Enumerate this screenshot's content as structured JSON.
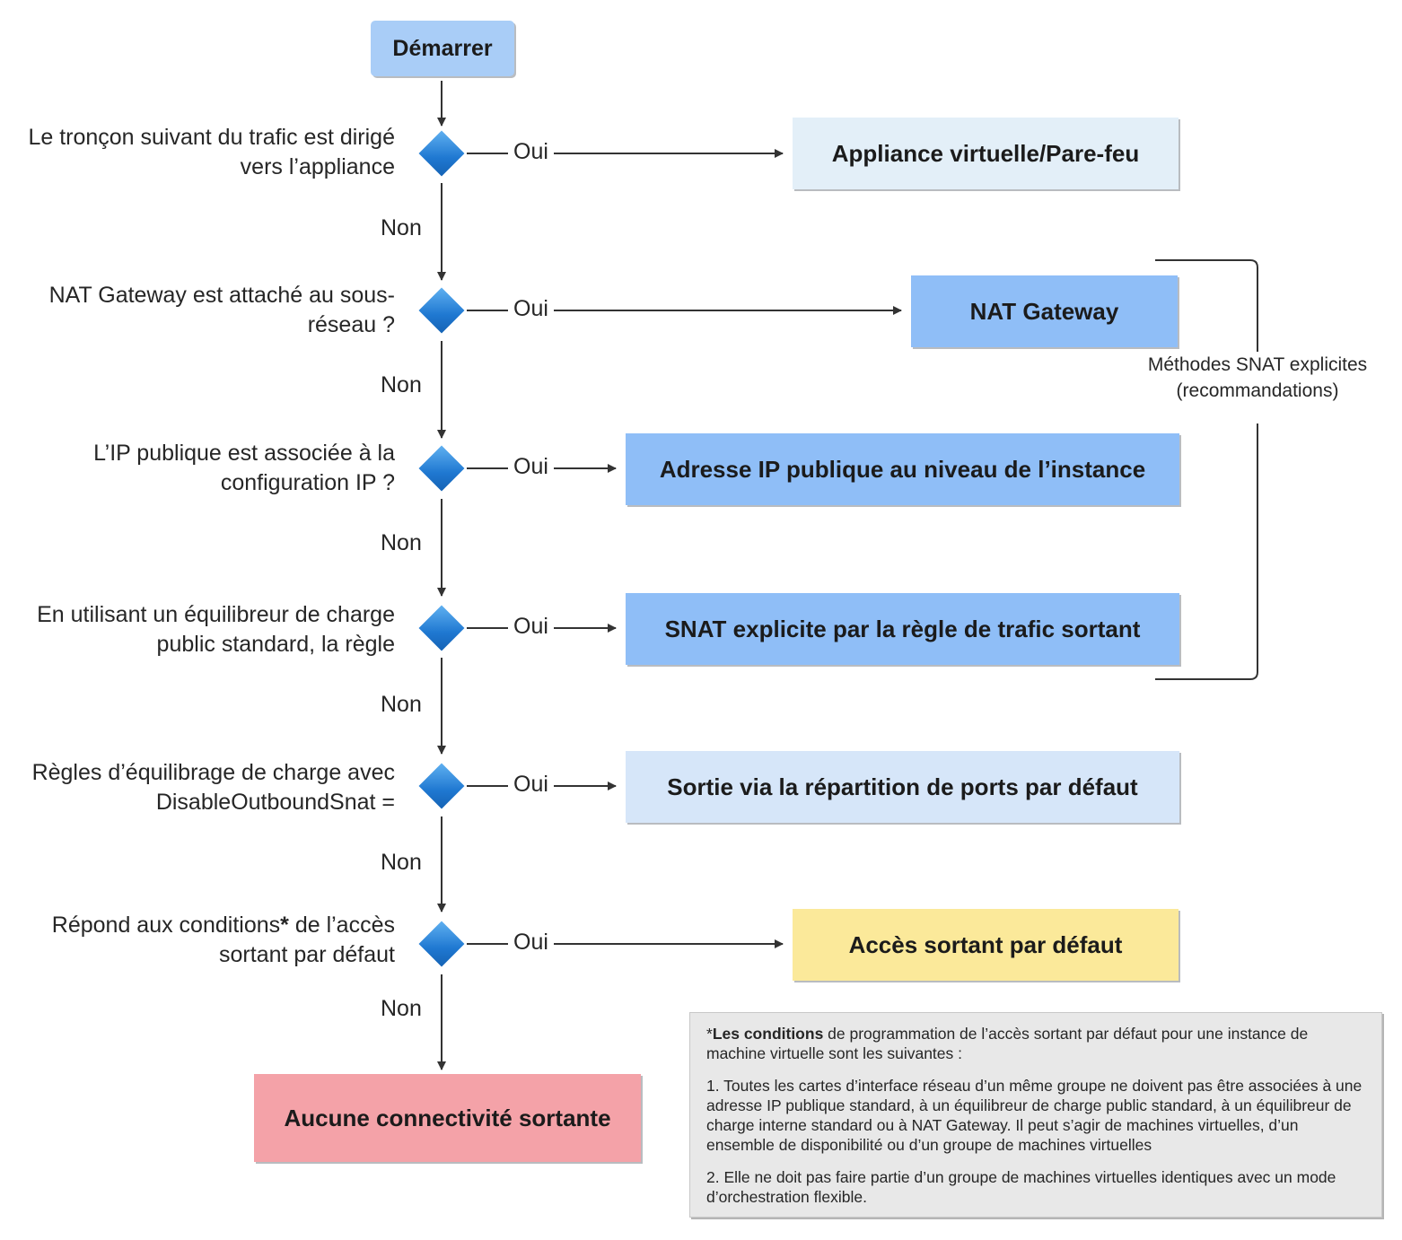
{
  "start": {
    "label": "Démarrer"
  },
  "decisions": [
    {
      "question": "Le tronçon suivant du trafic est dirigé vers l’appliance",
      "yes": "Oui",
      "no": "Non",
      "result": "Appliance virtuelle/Pare-feu"
    },
    {
      "question": "NAT Gateway est attaché au sous-réseau ?",
      "yes": "Oui",
      "no": "Non",
      "result": "NAT Gateway"
    },
    {
      "question": "L’IP publique est associée à la configuration IP ?",
      "yes": "Oui",
      "no": "Non",
      "result": "Adresse IP publique au niveau de l’instance"
    },
    {
      "question": "En utilisant un équilibreur de charge public standard, la règle",
      "yes": "Oui",
      "no": "Non",
      "result": "SNAT explicite par la règle de trafic sortant"
    },
    {
      "question": "Règles d’équilibrage de charge avec DisableOutboundSnat =",
      "yes": "Oui",
      "no": "Non",
      "result": "Sortie via la répartition de ports par défaut"
    },
    {
      "question_pre": "Répond aux conditions",
      "question_mark": "*",
      "question_post": " de l’accès sortant par défaut",
      "yes": "Oui",
      "no": "Non",
      "result": "Accès sortant par défaut"
    }
  ],
  "end": {
    "label": "Aucune connectivité sortante"
  },
  "bracket": {
    "line1": "Méthodes SNAT explicites",
    "line2": "(recommandations)"
  },
  "note": {
    "intro_bold": "Les conditions",
    "intro_prefix": "*",
    "intro_rest": " de programmation de l’accès sortant par défaut pour une instance de machine virtuelle sont les suivantes :",
    "item1": "1. Toutes les cartes d’interface réseau d’un même groupe ne doivent pas être associées à une adresse IP publique standard, à un équilibreur de charge public standard, à un équilibreur de charge interne standard ou à NAT Gateway. Il peut s’agir de machines virtuelles, d’un ensemble de disponibilité ou d’un groupe de machines virtuelles",
    "item2": "2. Elle ne doit pas faire partie d’un groupe de machines virtuelles identiques avec un mode d’orchestration flexible."
  },
  "colors": {
    "start": "#a9cdf7",
    "appliance": "#e3eff8",
    "explicit": "#8fbef7",
    "default_ports": "#d6e6f9",
    "default_access": "#fbe99a",
    "none": "#f4a2a8",
    "diamond": "#1f78d1"
  }
}
